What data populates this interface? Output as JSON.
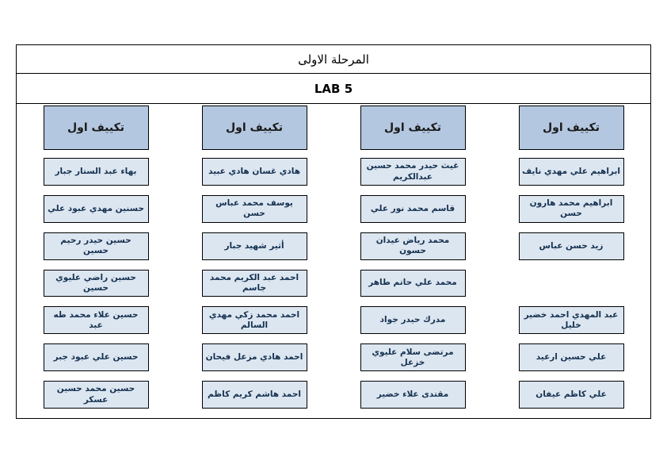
{
  "document": {
    "title_line1": "المرحلة الاولى",
    "title_line2": "LAB 5",
    "colors": {
      "header_fill": "#b4c7e0",
      "cell_fill": "#dce6f1",
      "border": "#000000",
      "text": "#15314f",
      "page_background": "#ffffff"
    }
  },
  "columns": [
    {
      "header": "تكييف اول",
      "cells": [
        "بهاء عبد الستار جبار",
        "حسنين مهدي عبود علي",
        "حسين حيدر رحيم حسين",
        "حسين راضي عليوي حسين",
        "حسين علاء محمد طه عبد",
        "حسين علي عبود جبر",
        "حسين محمد حسين عسكر"
      ]
    },
    {
      "header": "تكييف اول",
      "cells": [
        "هادي غسان هادي عبيد",
        "يوسف محمد عباس حسن",
        "أثير شهيد جبار",
        "احمد عبد الكريم محمد جاسم",
        "احمد محمد زكي مهدي السالم",
        "احمد هادي مزعل فيحان",
        "احمد هاشم كريم كاظم"
      ]
    },
    {
      "header": "تكييف اول",
      "cells": [
        "غيث حيدر محمد حسين عبدالكريم",
        "قاسم محمد نور علي",
        "محمد رياض عيدان حسون",
        "محمد علي حاتم طاهر",
        "مدرك حيدر جواد",
        "مرتضى سلام عليوي خزعل",
        "مقتدى علاء خضير"
      ]
    },
    {
      "header": "تكييف اول",
      "cells": [
        "ابراهيم علي مهدي نايف",
        "ابراهيم محمد هارون حسن",
        "زيد حسن عباس",
        "",
        "عبد المهدي احمد خضير خليل",
        "علي حسين ارعيد",
        "علي كاظم عيفان"
      ]
    }
  ]
}
